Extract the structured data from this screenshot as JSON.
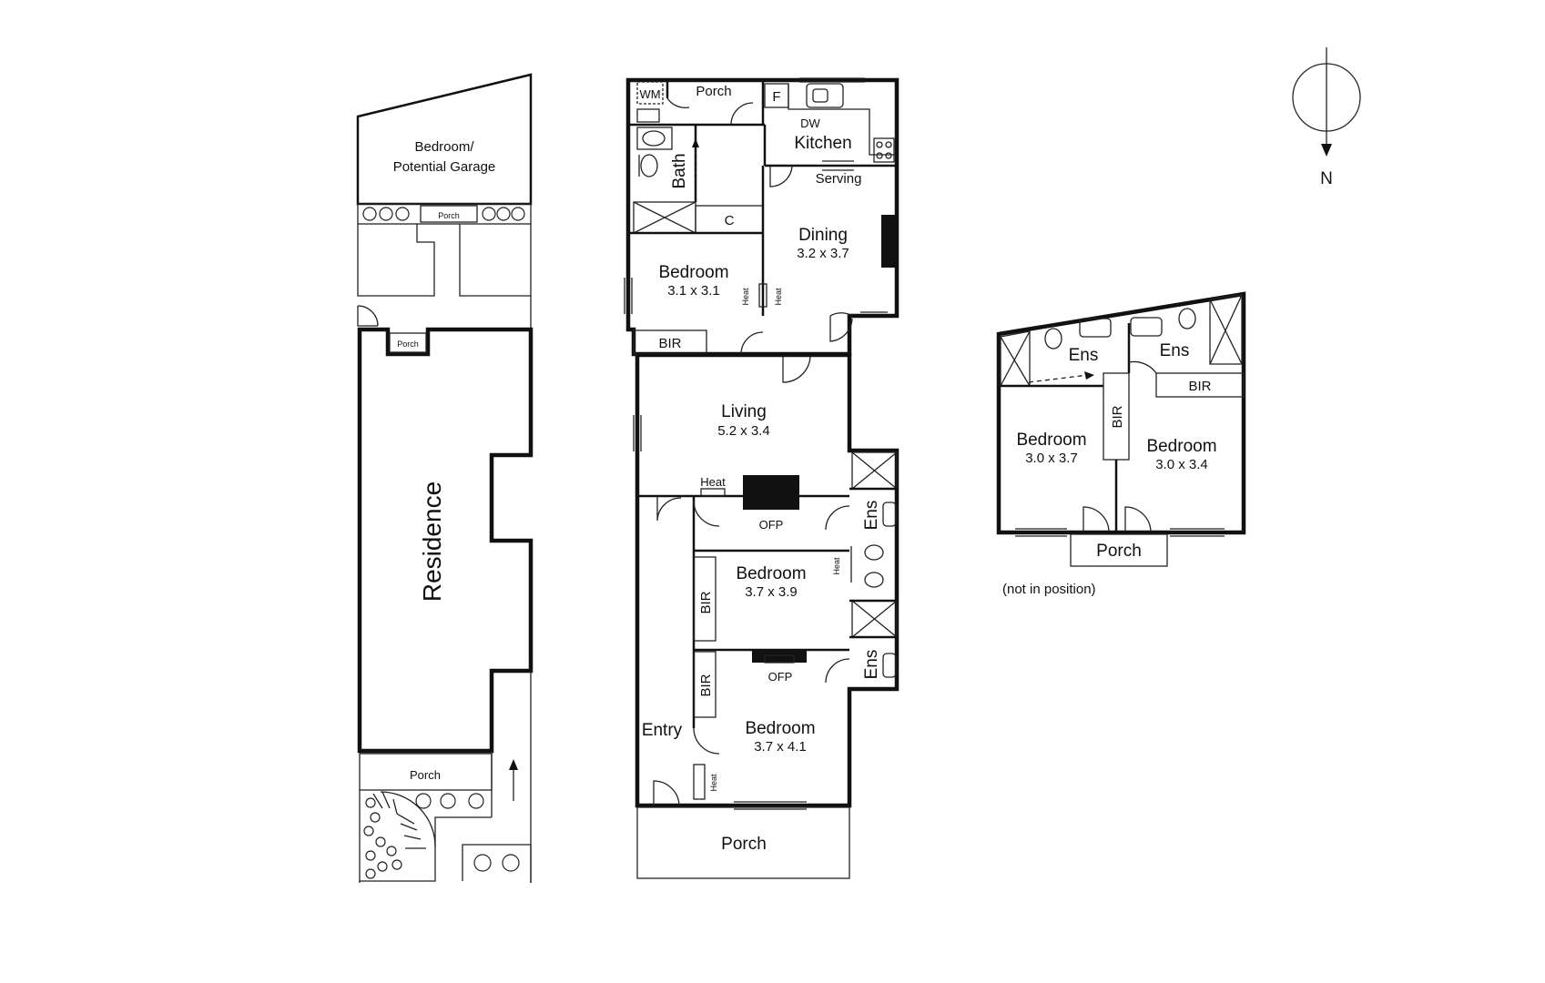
{
  "site": {
    "rear_building": "Bedroom/\nPotential Garage",
    "rear_building_line1": "Bedroom/",
    "rear_building_line2": "Potential Garage",
    "rear_porch": "Porch",
    "residence_porch_top": "Porch",
    "residence": "Residence",
    "front_porch": "Porch"
  },
  "ground_floor": {
    "wm": "WM",
    "porch_rear": "Porch",
    "fridge": "F",
    "dishwasher": "DW",
    "kitchen": "Kitchen",
    "serving": "Serving",
    "bath": "Bath",
    "cupboard": "C",
    "dining": {
      "name": "Dining",
      "size": "3.2 x 3.7"
    },
    "bedroom1": {
      "name": "Bedroom",
      "size": "3.1 x 3.1"
    },
    "heat1": "Heat",
    "heat2": "Heat",
    "bir1": "BIR",
    "living": {
      "name": "Living",
      "size": "5.2 x 3.4"
    },
    "heat_living": "Heat",
    "ofp1": "OFP",
    "ens1": "Ens",
    "bedroom2": {
      "name": "Bedroom",
      "size": "3.7 x 3.9"
    },
    "heat_bed2": "Heat",
    "bir2": "BIR",
    "ofp2": "OFP",
    "ens2": "Ens",
    "bir3": "BIR",
    "entry": "Entry",
    "bedroom3": {
      "name": "Bedroom",
      "size": "3.7 x 4.1"
    },
    "heat_entry": "Heat",
    "front_porch": "Porch"
  },
  "upper_floor": {
    "ens_left": "Ens",
    "ens_right": "Ens",
    "bir_right": "BIR",
    "bir_center": "BIR",
    "bedroom_left": {
      "name": "Bedroom",
      "size": "3.0 x 3.7"
    },
    "bedroom_right": {
      "name": "Bedroom",
      "size": "3.0 x 3.4"
    },
    "porch": "Porch",
    "note": "(not in position)"
  },
  "compass": {
    "label": "N"
  }
}
